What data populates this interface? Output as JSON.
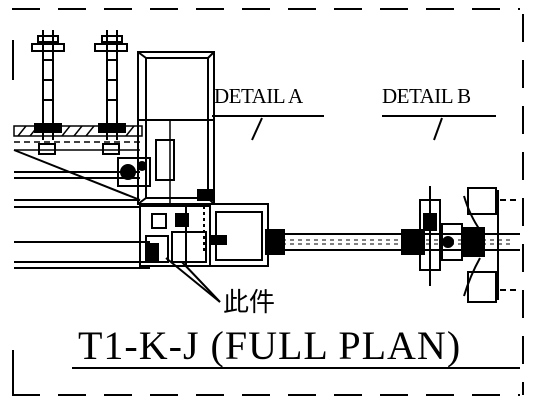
{
  "labels": {
    "detail_a": "DETAIL A",
    "detail_b": "DETAIL B",
    "part_note": "此件",
    "plan_title": "T1-K-J (FULL PLAN)"
  },
  "colors": {
    "ink": "#000000",
    "paper": "#ffffff"
  }
}
